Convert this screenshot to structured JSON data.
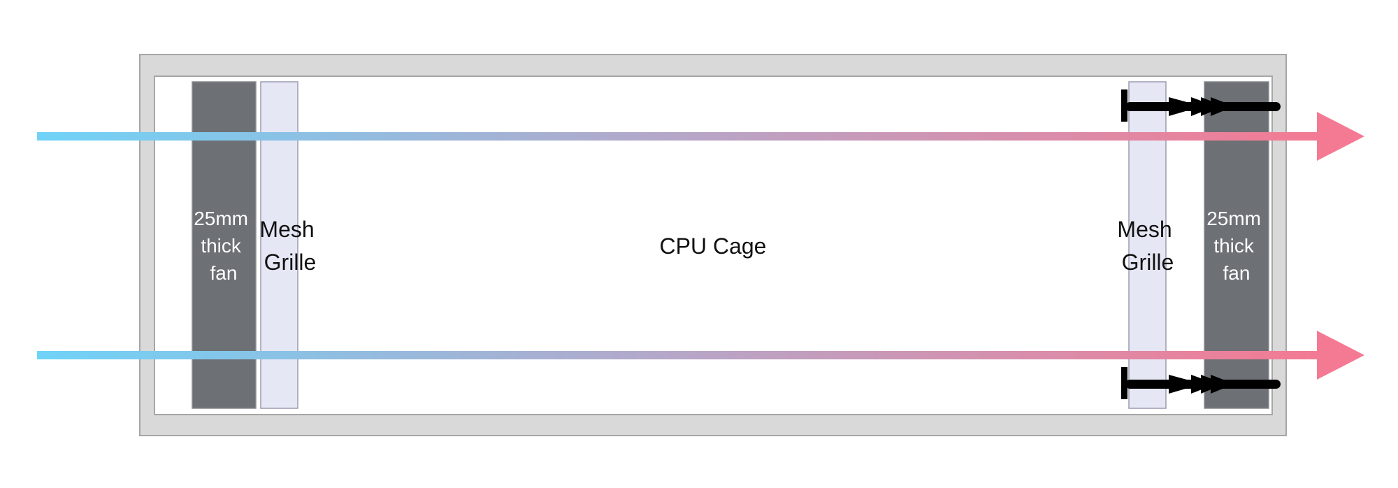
{
  "labels": {
    "cage": "CPU Cage",
    "left_fan": {
      "line1": "25mm",
      "line2": "thick",
      "line3": "fan"
    },
    "left_grille": {
      "line1": "Mesh",
      "line2": "Grille"
    },
    "right_grille": {
      "line1": "Mesh",
      "line2": "Grille"
    },
    "right_fan": {
      "line1": "25mm",
      "line2": "thick",
      "line3": "fan"
    }
  },
  "colors": {
    "outer_frame": "#d9d9d9",
    "frame_border": "#a6a6a6",
    "inner_cage": "#ffffff",
    "fan": "#6d7075",
    "grille": "#e6e7f5",
    "airflow_start": "#6fd3f7",
    "airflow_mid": "#b6a6c8",
    "airflow_end": "#f47a93",
    "screw": "#000000"
  }
}
